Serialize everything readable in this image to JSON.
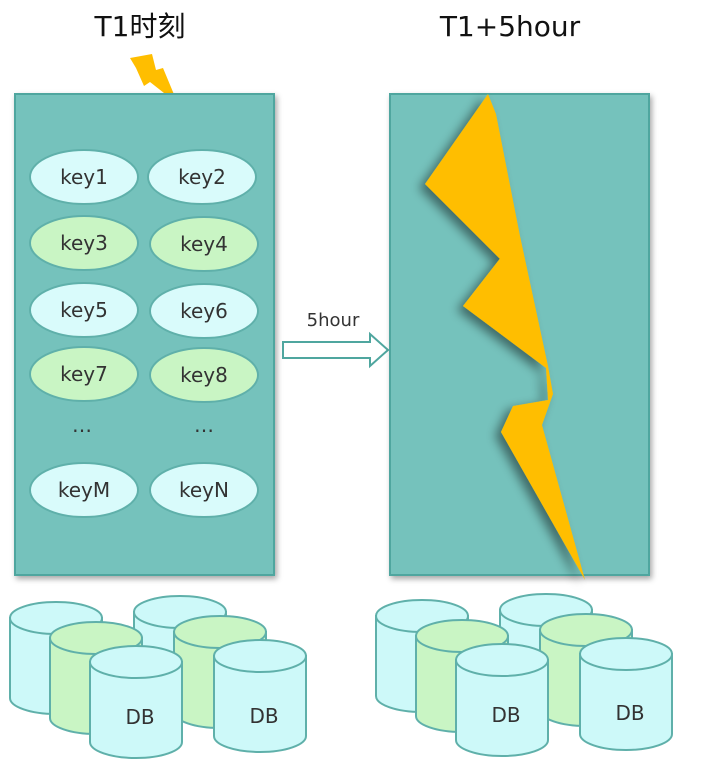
{
  "left_panel": {
    "title": "T1时刻",
    "keys": [
      "key1",
      "key2",
      "key3",
      "key4",
      "key5",
      "key6",
      "key7",
      "key8",
      "keyM",
      "keyN"
    ],
    "ellipsis_left": "…",
    "ellipsis_right": "…"
  },
  "arrow": {
    "label": "5hour"
  },
  "right_panel": {
    "title": "T1+5hour"
  },
  "db": {
    "label": "DB"
  },
  "colors": {
    "panel": "#74c2bc",
    "panel_border": "#4fa69f",
    "key_cyan": "#d9fbfb",
    "key_green": "#c9f5c4",
    "lightning": "#ffbe00",
    "db_cyan": "#cdf9f9",
    "db_green": "#c9f5c4"
  }
}
